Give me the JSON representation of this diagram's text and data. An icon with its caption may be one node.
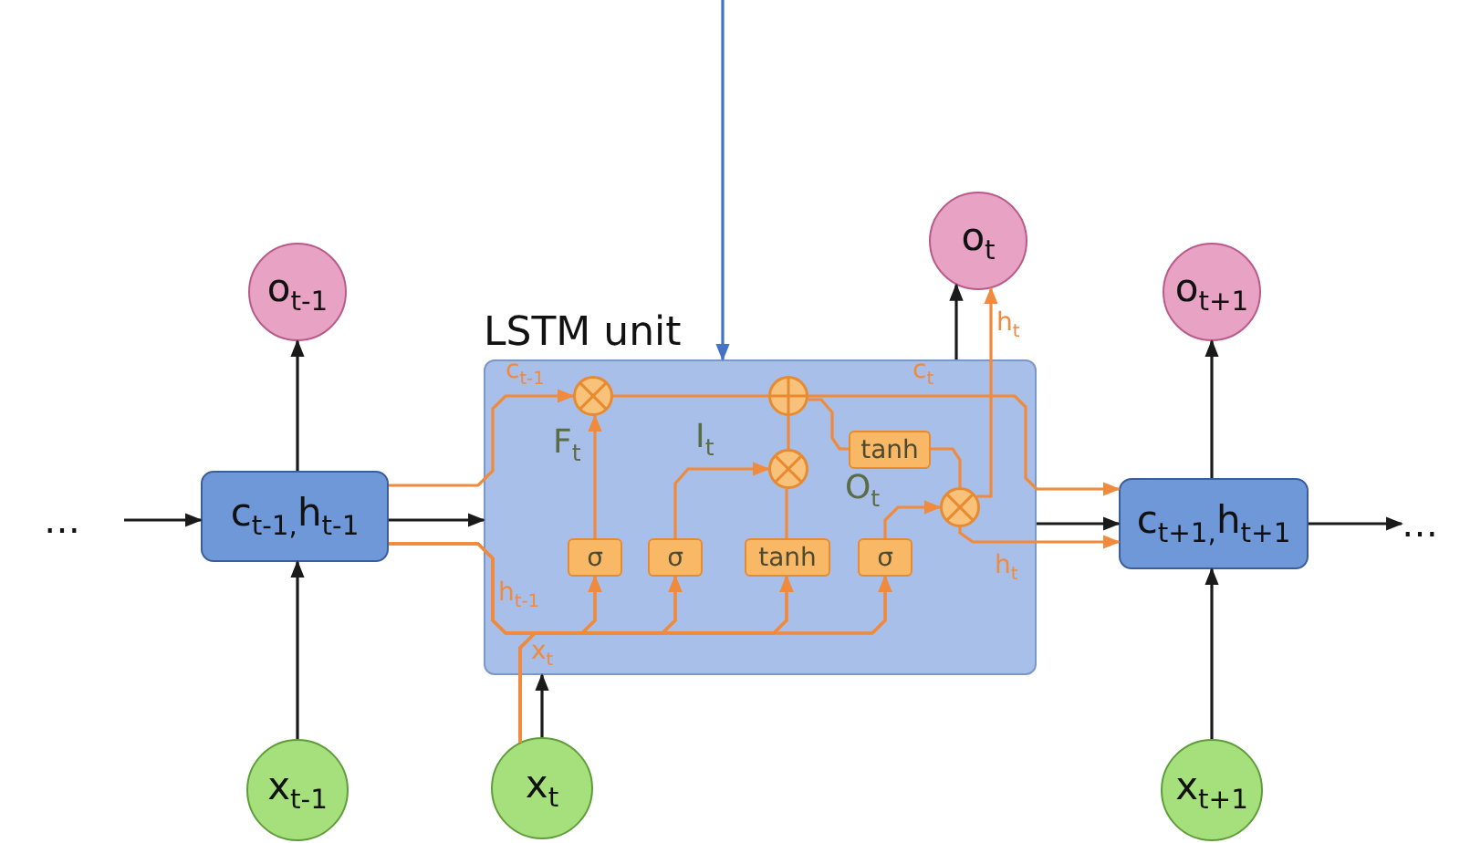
{
  "diagram": {
    "nodes": [
      {
        "text": [
          "…"
        ]
      },
      {
        "text": [
          "c$_{t-1,}$h$_{t-1}$"
        ]
      },
      {
        "text": [
          "LSTM unit"
        ]
      },
      {
        "text": [
          "c$_{t+1,}$h$_{t+1}$"
        ]
      },
      {
        "text": [
          "…"
        ]
      },
      {
        "text": [
          "o$_{t-1}$"
        ]
      },
      {
        "text": [
          "o$_{t}$"
        ]
      },
      {
        "text": [
          "o$_{t+1}$"
        ]
      },
      {
        "text": [
          "x$_{t-1}$"
        ]
      },
      {
        "text": [
          "x$_{t}$"
        ]
      },
      {
        "text": [
          "x$_{t+1}$"
        ]
      },
      {
        "text": [],
        "shape": "circle",
        "in": 2
      },
      {
        "text": [],
        "shape": "circle",
        "in": 2
      },
      {
        "text": [],
        "shape": "circle",
        "in": 2
      },
      {
        "text": [],
        "shape": "circle",
        "in": 2
      },
      {
        "text": [
          "tanh"
        ],
        "in": 2
      },
      {
        "text": [
          "σ"
        ],
        "in": 2
      },
      {
        "text": [
          "σ"
        ],
        "in": 2
      },
      {
        "text": [
          "tanh"
        ],
        "in": 2
      },
      {
        "text": [
          "σ"
        ],
        "in": 2
      }
    ],
    "edges": [
      {
        "from": 0,
        "to": 1,
        "arrow": "to",
        "color": "#1a1a1a"
      },
      {
        "from": 1,
        "to": 2,
        "arrow": "to",
        "color": "#1a1a1a"
      },
      {
        "from": 2,
        "to": 3,
        "arrow": "to",
        "color": "#1a1a1a"
      },
      {
        "from": 3,
        "to": 4,
        "arrow": "to",
        "color": "#1a1a1a"
      },
      {
        "from": 8,
        "to": 1,
        "arrow": "to",
        "color": "#1a1a1a"
      },
      {
        "from": 1,
        "to": 5,
        "arrow": "to",
        "color": "#1a1a1a"
      },
      {
        "from": 10,
        "to": 3,
        "arrow": "to",
        "color": "#1a1a1a"
      },
      {
        "from": 3,
        "to": 7,
        "arrow": "to",
        "color": "#1a1a1a"
      },
      {
        "from": 9,
        "to": 2,
        "arrow": "to",
        "color": "#1a1a1a"
      },
      {
        "from": 2,
        "to": 6,
        "arrow": "to",
        "color": "#1a1a1a"
      },
      {
        "from": null,
        "to": 2,
        "arrow": "to",
        "color": "#4472c4"
      },
      {
        "from": 1,
        "to": 11,
        "arrow": "to"
      },
      {
        "from": 1,
        "to": 16,
        "arrow": "to"
      },
      {
        "from": 1,
        "to": 17,
        "arrow": "to"
      },
      {
        "from": 1,
        "to": 18,
        "arrow": "to"
      },
      {
        "from": 1,
        "to": 19,
        "arrow": "to"
      },
      {
        "from": 9,
        "to": 16,
        "arrow": "to"
      },
      {
        "from": 9,
        "to": 17,
        "arrow": "to"
      },
      {
        "from": 9,
        "to": 18,
        "arrow": "to"
      },
      {
        "from": 9,
        "to": 19,
        "arrow": "to"
      },
      {
        "from": 16,
        "to": 11,
        "arrow": "to"
      },
      {
        "from": 17,
        "to": 13,
        "arrow": "to"
      },
      {
        "from": 18,
        "to": 13,
        "arrow": "none"
      },
      {
        "from": 13,
        "to": 12,
        "arrow": "none"
      },
      {
        "from": 11,
        "to": 12,
        "arrow": "none"
      },
      {
        "from": 12,
        "to": 3,
        "arrow": "to"
      },
      {
        "from": 12,
        "to": 15,
        "arrow": "none"
      },
      {
        "from": 15,
        "to": 14,
        "arrow": "none"
      },
      {
        "from": 19,
        "to": 14,
        "arrow": "to"
      },
      {
        "from": 14,
        "to": 3,
        "arrow": "to"
      },
      {
        "from": 14,
        "to": 6,
        "arrow": "to"
      }
    ],
    "labels": [
      "c$_{t-1}$",
      "F$_{t}$",
      "I$_{t}$",
      "c$_{t}$",
      "O$_{t}$",
      "h$_{t}$",
      "h$_{t}$",
      "h$_{t-1}$",
      "x$_{t}$"
    ]
  }
}
